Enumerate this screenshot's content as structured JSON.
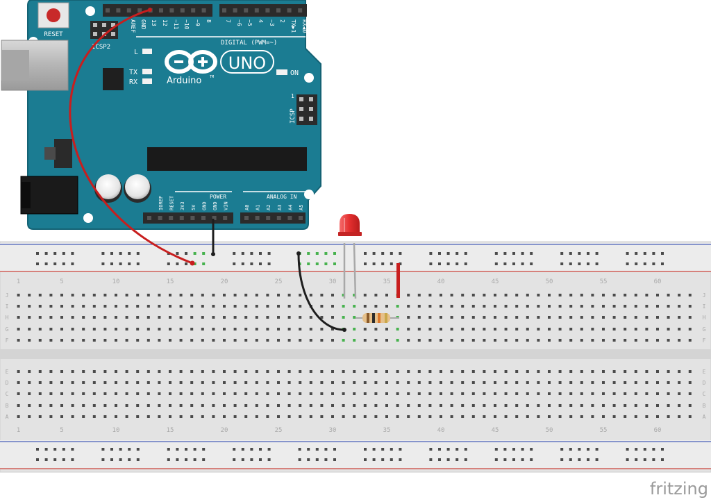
{
  "arduino": {
    "reset_label": "RESET",
    "icsp_top_label": "ICSP2",
    "icsp_right_label": "ICSP",
    "icsp_right_pin1": "1",
    "led_l_label": "L",
    "tx_label": "TX",
    "rx_label": "RX",
    "on_label": "ON",
    "logo_word": "Arduino",
    "logo_tm": "TM",
    "model": "UNO",
    "digital_label": "DIGITAL (PWM=~)",
    "digital_pins": [
      "AREF",
      "GND",
      "13",
      "12",
      "~11",
      "~10",
      "~9",
      "8",
      "7",
      "~6",
      "~5",
      "4",
      "~3",
      "2",
      "TX▶1",
      "RX◀0"
    ],
    "power_label": "POWER",
    "analog_label": "ANALOG IN",
    "power_pins": [
      "IOREF",
      "RESET",
      "3V3",
      "5V",
      "GND",
      "GND",
      "VIN"
    ],
    "analog_pins": [
      "A0",
      "A1",
      "A2",
      "A3",
      "A4",
      "A5"
    ],
    "colors": {
      "board": "#1b7c92",
      "board_edge": "#146274",
      "header": "#2b2b2b",
      "silk": "#ffffff"
    }
  },
  "breadboard": {
    "column_numbers": [
      "1",
      "5",
      "10",
      "15",
      "20",
      "25",
      "30",
      "35",
      "40",
      "45",
      "50",
      "55",
      "60"
    ],
    "row_letters_top": [
      "J",
      "I",
      "H",
      "G",
      "F"
    ],
    "row_letters_bottom": [
      "E",
      "D",
      "C",
      "B",
      "A"
    ],
    "colors": {
      "body": "#e3e3e3",
      "rail_red": "#c8413a",
      "rail_blue": "#4a5fb8",
      "hole": "#4b4b4b",
      "hole_active": "#47b24e"
    }
  },
  "components": {
    "led_color": "#e32e2e",
    "resistor_bands": [
      "#8a5a2b",
      "#2b2b2b",
      "#d9762b",
      "#c9a84b"
    ],
    "wire_red": "#c81e1e",
    "wire_black": "#1e1e1e"
  },
  "watermark": "fritzing"
}
